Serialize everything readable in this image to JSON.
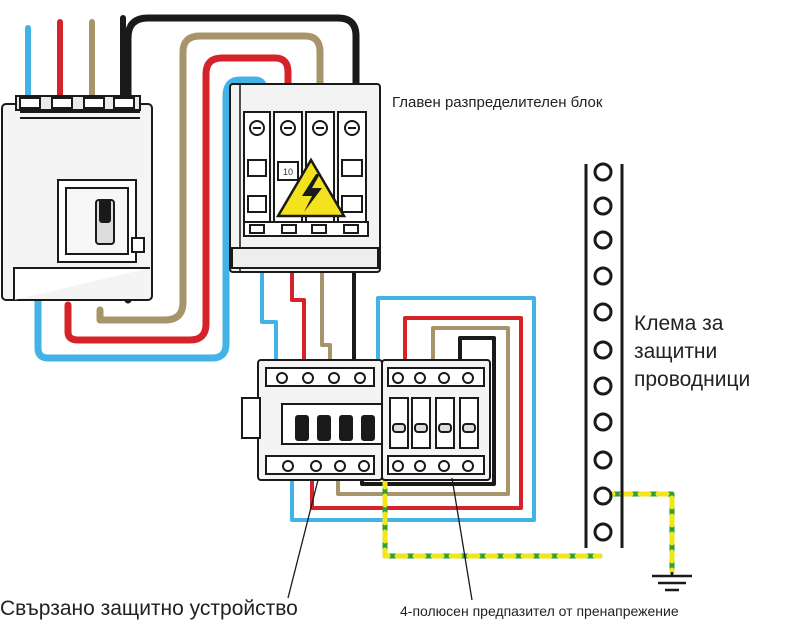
{
  "labels": {
    "distribution_block": "Главен разпределителен блок",
    "protective_bar_line1": "Клема за",
    "protective_bar_line2": "защитни",
    "protective_bar_line3": "проводници",
    "rcd": "Свързано защитно устройство",
    "spd": "4-полюсен предпазител от пренапрежение",
    "block_number": "10"
  },
  "colors": {
    "blue": "#43b3e6",
    "red": "#d6232a",
    "brown": "#a8946a",
    "black": "#1a1a1a",
    "green": "#2d9e3a",
    "yellow": "#f2e51a",
    "warning": "#f4e21e"
  }
}
